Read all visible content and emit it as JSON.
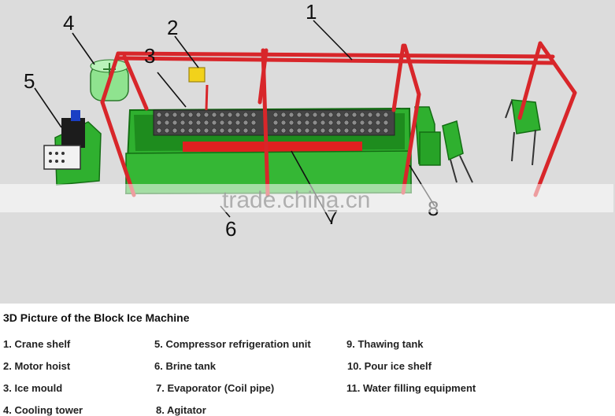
{
  "figure": {
    "callouts": [
      "1",
      "2",
      "3",
      "4",
      "5",
      "6",
      "7",
      "8"
    ],
    "watermark": "trade.china.cn",
    "colors": {
      "frame": "#d8262a",
      "tank": "#27a327",
      "tank_dark": "#1a7a1a",
      "background": "#dcdcdc",
      "accent_yellow": "#f2d21b"
    }
  },
  "caption": "3D Picture of the Block Ice Machine",
  "legend": [
    "1.  Crane shelf",
    "2.  Motor hoist",
    "3.  Ice mould",
    "4.  Cooling tower",
    "5. Compressor refrigeration unit",
    "6. Brine tank",
    "7. Evaporator (Coil pipe)",
    "8. Agitator",
    "9. Thawing tank",
    "10. Pour ice shelf",
    "11. Water filling equipment"
  ]
}
